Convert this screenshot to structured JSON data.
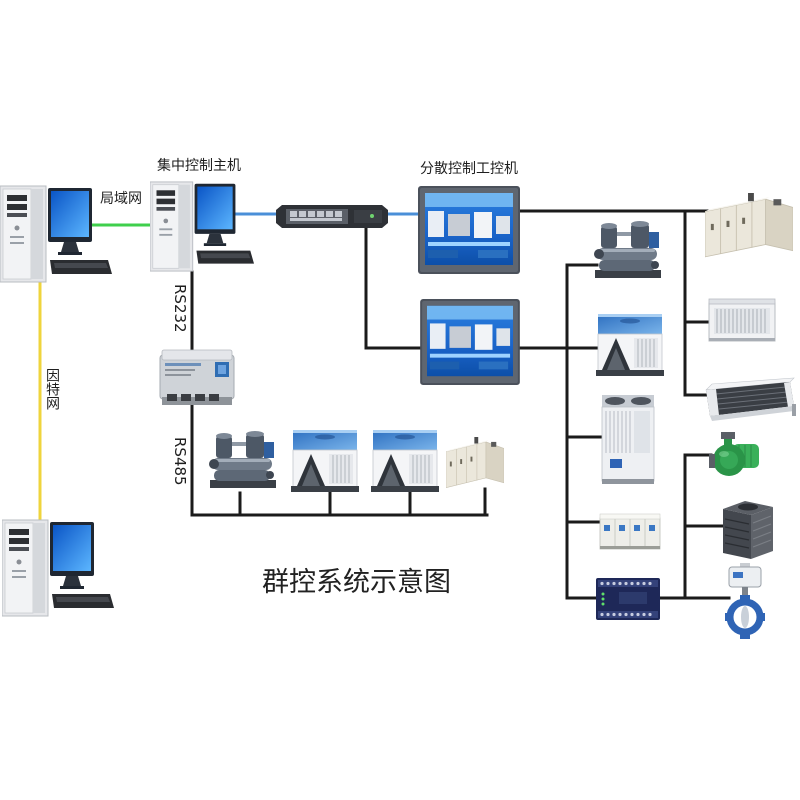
{
  "title": "群控系统示意图",
  "labels": {
    "lan": "局域网",
    "central_host": "集中控制主机",
    "distributed_ipc": "分散控制工控机",
    "rs232": "RS232",
    "rs485": "RS485",
    "internet": "因特网"
  },
  "colors": {
    "lan_link": "#3fcf4c",
    "ethernet_link": "#4a8fd8",
    "internet_link": "#efd43c",
    "bus_line": "#1b1b1b"
  },
  "icons": {
    "workstation": "desktop-pc-icon",
    "switch": "network-switch-icon",
    "touch_panel": "industrial-panel-pc-icon",
    "controller": "smart-controller-icon",
    "water_cooled_chiller": "water-cooled-chiller-icon",
    "air_cooled_chiller": "air-cooled-chiller-icon",
    "modular_air_cooled": "modular-air-cooled-unit-icon",
    "air_handling_unit": "air-handling-unit-icon",
    "fan_coil": "fan-coil-unit-icon",
    "plc": "plc-module-icon",
    "pump": "water-pump-icon",
    "cooling_tower": "cooling-tower-icon",
    "valve": "butterfly-valve-icon"
  }
}
